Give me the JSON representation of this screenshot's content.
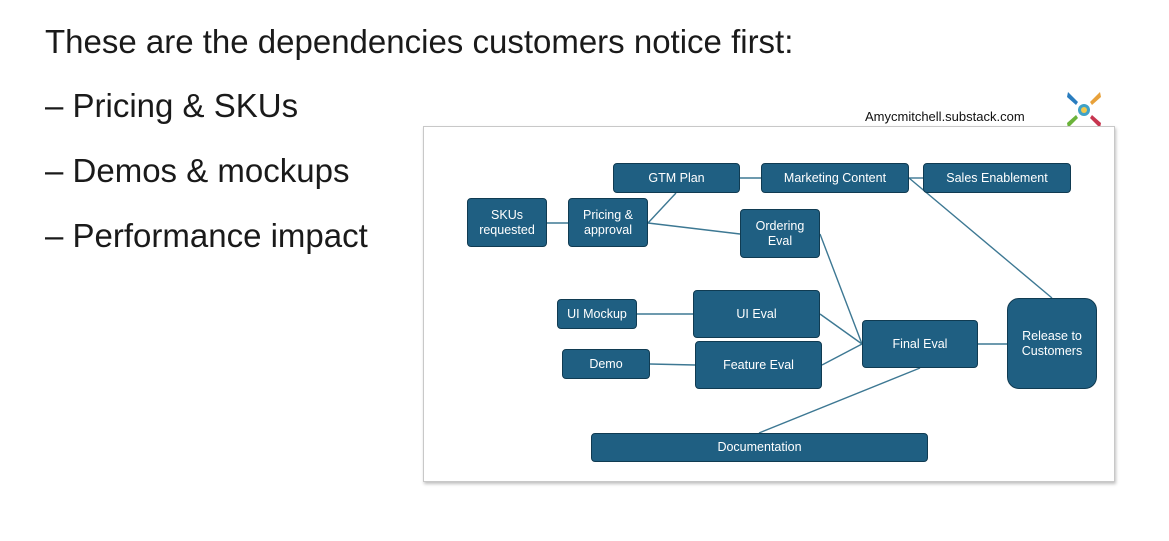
{
  "slide": {
    "heading": "These are the dependencies customers notice first:",
    "bullets": [
      "– Pricing & SKUs",
      "– Demos & mockups",
      "– Performance impact"
    ],
    "attribution": "Amycmitchell.substack.com",
    "logo_icon": "hands-logo-icon"
  },
  "diagram": {
    "node_color": "#1f5f82",
    "line_color": "#3d7893",
    "nodes": {
      "gtm_plan": [
        "GTM Plan"
      ],
      "marketing_content": [
        "Marketing Content"
      ],
      "sales_enablement": [
        "Sales Enablement"
      ],
      "skus_requested": [
        "SKUs",
        "requested"
      ],
      "pricing_approval": [
        "Pricing &",
        "approval"
      ],
      "ordering_eval": [
        "Ordering",
        "Eval"
      ],
      "ui_mockup": [
        "UI Mockup"
      ],
      "ui_eval": [
        "UI Eval"
      ],
      "demo": [
        "Demo"
      ],
      "feature_eval": [
        "Feature Eval"
      ],
      "final_eval": [
        "Final Eval"
      ],
      "release": [
        "Release to",
        "Customers"
      ],
      "documentation": [
        "Documentation"
      ]
    },
    "edges": [
      [
        "skus_requested",
        "pricing_approval"
      ],
      [
        "pricing_approval",
        "gtm_plan"
      ],
      [
        "pricing_approval",
        "ordering_eval"
      ],
      [
        "gtm_plan",
        "marketing_content"
      ],
      [
        "marketing_content",
        "sales_enablement"
      ],
      [
        "marketing_content",
        "release"
      ],
      [
        "ordering_eval",
        "final_eval"
      ],
      [
        "ui_mockup",
        "ui_eval"
      ],
      [
        "ui_eval",
        "final_eval"
      ],
      [
        "demo",
        "feature_eval"
      ],
      [
        "feature_eval",
        "final_eval"
      ],
      [
        "final_eval",
        "release"
      ],
      [
        "documentation",
        "final_eval"
      ]
    ]
  }
}
